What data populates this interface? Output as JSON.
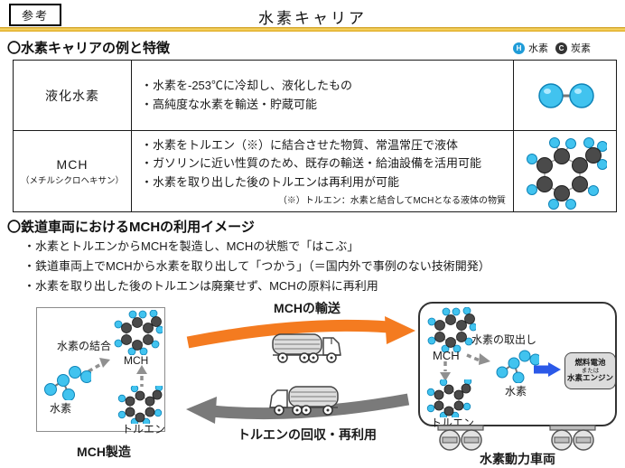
{
  "header": {
    "badge": "参考",
    "title": "水素キャリア"
  },
  "legend": {
    "hydrogen_symbol": "H",
    "hydrogen_label": "水素",
    "carbon_symbol": "C",
    "carbon_label": "炭素"
  },
  "section1": {
    "heading": "〇水素キャリアの例と特徴",
    "table": {
      "rows": [
        {
          "name": "液化水素",
          "subname": "",
          "bullets": [
            "・水素を-253℃に冷却し、液化したもの",
            "・高純度な水素を輸送・貯蔵可能"
          ],
          "note": ""
        },
        {
          "name": "MCH",
          "subname": "（メチルシクロヘキサン）",
          "bullets": [
            "・水素をトルエン（※）に結合させた物質、常温常圧で液体",
            "・ガソリンに近い性質のため、既存の輸送・給油設備を活用可能",
            "・水素を取り出した後のトルエンは再利用が可能"
          ],
          "note": "（※）トルエン：水素と結合してMCHとなる液体の物質"
        }
      ]
    }
  },
  "section2": {
    "heading": "〇鉄道車両におけるMCHの利用イメージ",
    "bullets": [
      "・水素とトルエンからMCHを製造し、MCHの状態で「はこぶ」",
      "・鉄道車両上でMCHから水素を取り出して「つかう」（＝国内外で事例のない技術開発）",
      "・水素を取り出した後のトルエンは廃棄せず、MCHの原料に再利用"
    ]
  },
  "diagram": {
    "left_box": {
      "bond_label": "水素の結合",
      "mch_label": "MCH",
      "hydrogen_label": "水素",
      "toluene_label": "トルエン",
      "caption": "MCH製造"
    },
    "transport": {
      "top_label": "MCHの輸送",
      "bottom_label": "トルエンの回収・再利用"
    },
    "right_box": {
      "mch_label": "MCH",
      "extract_label": "水素の取出し",
      "hydrogen_label": "水素",
      "toluene_label": "トルエン",
      "engine_line1": "燃料電池",
      "engine_line2": "または",
      "engine_line3": "水素エンジン",
      "caption": "水素動力車両"
    }
  },
  "colors": {
    "accent_rule": "#E8B324",
    "hydrogen": "#41C3EF",
    "carbon": "#4A4A4A",
    "arrow_orange": "#F47B20",
    "arrow_gray": "#7A7A7A",
    "arrow_blue": "#2B59E8"
  }
}
